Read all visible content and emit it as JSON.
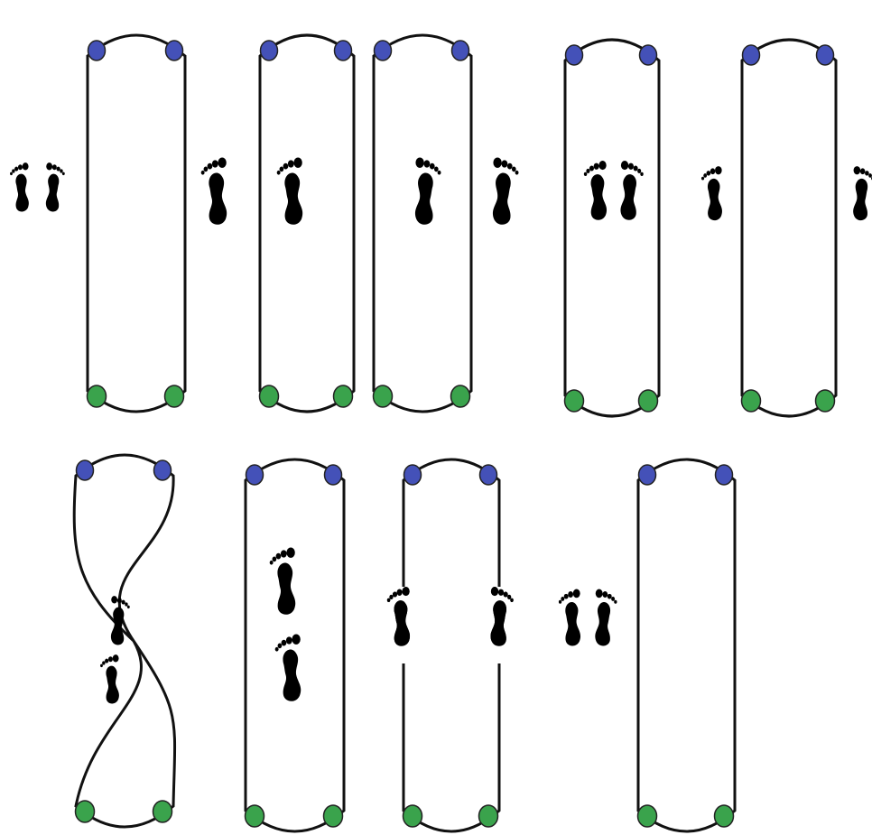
{
  "colors": {
    "background": "#ffffff",
    "outline": "#111111",
    "foot": "#000000",
    "top_dot": "#4451b8",
    "bottom_dot": "#3aa34c"
  },
  "figure": {
    "rows": [
      {
        "panels": [
          {
            "id": "r1-p1",
            "rope": "rectangle",
            "feet": "outside-left-both"
          },
          {
            "id": "r1-p2",
            "rope": "rectangle",
            "feet": "one-left-outside-one-inside"
          },
          {
            "id": "r1-p3",
            "rope": "rectangle",
            "feet": "one-inside-one-right-outside"
          },
          {
            "id": "r1-p4",
            "rope": "rectangle",
            "feet": "both-inside"
          },
          {
            "id": "r1-p5",
            "rope": "rectangle",
            "feet": "straddle"
          }
        ]
      },
      {
        "panels": [
          {
            "id": "r2-p1",
            "rope": "twisted",
            "feet": "inside-twist"
          },
          {
            "id": "r2-p2",
            "rope": "rectangle",
            "feet": "inside-stacked"
          },
          {
            "id": "r2-p3",
            "rope": "rectangle",
            "feet": "on-both-sides"
          },
          {
            "id": "r2-p4",
            "rope": "rectangle",
            "feet": "outside-left-both"
          }
        ]
      }
    ]
  }
}
